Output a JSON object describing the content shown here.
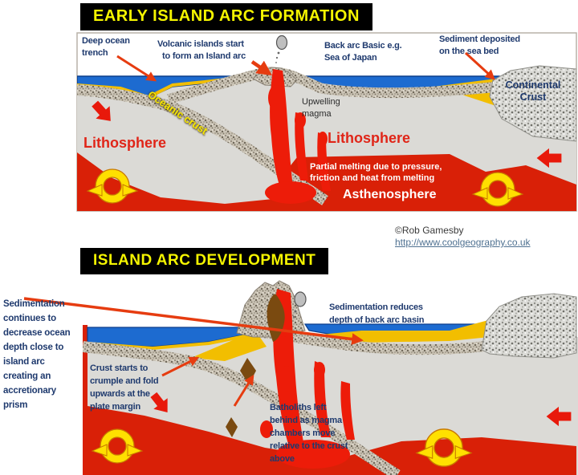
{
  "credit": {
    "author": "©Rob Gamesby",
    "url": "http://www.coolgeography.co.uk"
  },
  "colors": {
    "title_bg": "#000000",
    "title_text": "#f5f500",
    "label_navy": "#1f3a6e",
    "lithosphere_text": "#e02518",
    "water": "#1d6bd0",
    "sediment": "#f2be00",
    "magma": "#ed1c09",
    "asthenosphere": "#d92007",
    "crust_speckle": "#cbc4b6",
    "convection_yellow": "#ffe000",
    "batholith_brown": "#7a4a10"
  },
  "panel1": {
    "title": "EARLY ISLAND ARC FORMATION",
    "deep_ocean_trench": [
      "Deep ocean",
      "trench"
    ],
    "volcanic_islands": [
      "Volcanic islands start",
      "to form an Island arc"
    ],
    "back_arc": [
      "Back arc Basic e.g.",
      "Sea of Japan"
    ],
    "sediment_deposited": [
      "Sediment deposited",
      "on the sea bed"
    ],
    "oceanic_crust": "Oceanic crust",
    "upwelling_magma": [
      "Upwelling",
      "magma"
    ],
    "lithosphere_left": "Lithosphere",
    "lithosphere_right": "Lithosphere",
    "continental_crust": [
      "Continental",
      "Crust"
    ],
    "partial_melting": [
      "Partial melting due to pressure,",
      "friction and heat from melting"
    ],
    "asthenosphere": "Asthenosphere"
  },
  "panel2": {
    "title": "ISLAND ARC DEVELOPMENT",
    "sedimentation_left": [
      "Sedimentation",
      "continues to",
      "decrease ocean",
      "depth close to",
      "island arc",
      "creating an",
      "accretionary",
      "prism"
    ],
    "sedimentation_reduces": [
      "Sedimentation reduces",
      "depth of back arc basin"
    ],
    "crust_crumple": [
      "Crust starts to",
      "crumple and fold",
      "upwards at the",
      "plate margin"
    ],
    "batholiths": [
      "Batholiths left",
      "behind as magma",
      "chambers move",
      "relative to the crust",
      "above"
    ]
  }
}
